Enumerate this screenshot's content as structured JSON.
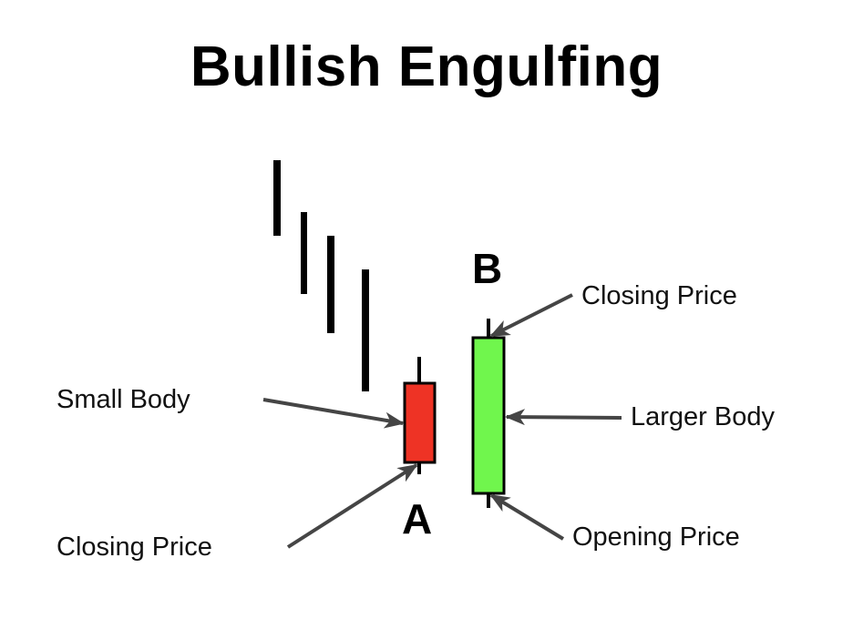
{
  "title": "Bullish Engulfing",
  "candles": {
    "a": {
      "letter": "A",
      "color": "#EE3325",
      "type": "bearish",
      "size": "small"
    },
    "b": {
      "letter": "B",
      "color": "#70F64D",
      "type": "bullish",
      "size": "large"
    }
  },
  "annotations": {
    "small_body": "Small Body",
    "closing_price_a": "Closing Price",
    "closing_price_b": "Closing Price",
    "larger_body": "Larger Body",
    "opening_price_b": "Opening Price"
  },
  "colors": {
    "arrow": "#454545",
    "trend_line": "#000000",
    "outline": "#000000"
  },
  "downtrend_bars": 4
}
